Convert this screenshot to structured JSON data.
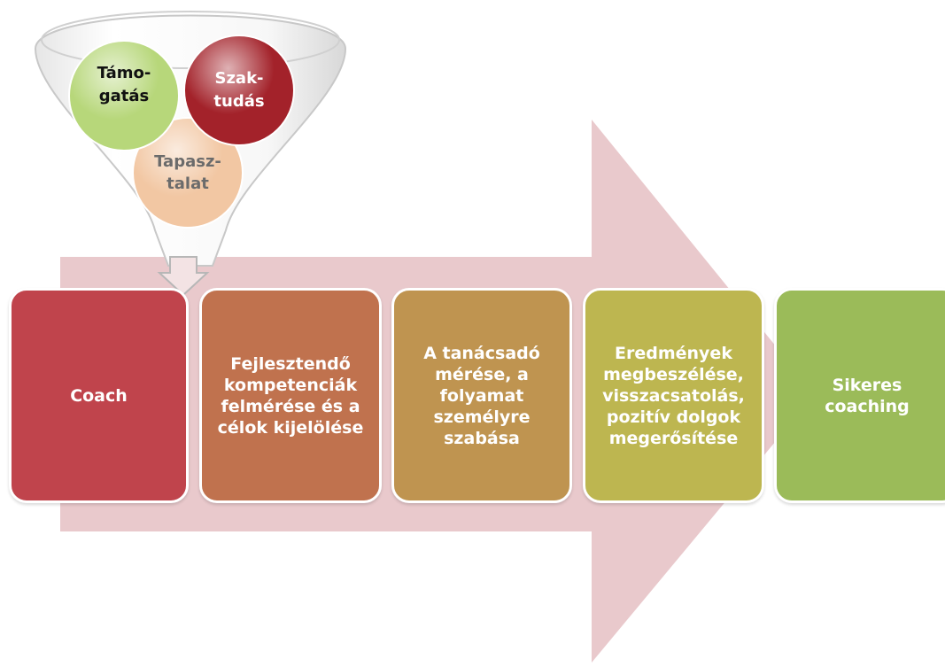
{
  "funnel": {
    "circles": [
      {
        "label_line1": "Támo-",
        "label_line2": "gatás",
        "color": "#b7d77a",
        "text_color": "#111111"
      },
      {
        "label_line1": "Szak-",
        "label_line2": "tudás",
        "color": "#a3222a",
        "text_color": "#ffffff"
      },
      {
        "label_line1": "Tapasz-",
        "label_line2": "talat",
        "color": "#f2c7a3",
        "text_color": "#6b6b6b"
      }
    ]
  },
  "steps": [
    {
      "label": "Coach",
      "color": "#c0444c"
    },
    {
      "label": "Fejlesztendő\nkompetenciák\nfelmérése és a\ncélok kijelölése",
      "color": "#c0724e"
    },
    {
      "label": "A tanácsadó\nmérése, a\nfolyamat\nszemélyre\nszabása",
      "color": "#bf9450"
    },
    {
      "label": "Eredmények\nmegbeszélése,\nvisszacsatolás,\npozitív dolgok\nmegerősítése",
      "color": "#bdb650"
    },
    {
      "label": "Sikeres\ncoaching",
      "color": "#9bbb59"
    }
  ],
  "colors": {
    "arrow": "#e9c9cc",
    "funnel_outline": "#c8c8c8"
  }
}
